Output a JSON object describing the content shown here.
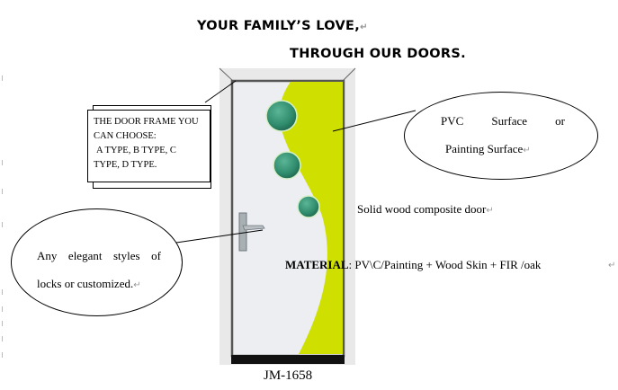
{
  "headline": {
    "line1": "YOUR FAMILY’S LOVE,",
    "line2": "THROUGH OUR DOORS."
  },
  "paragraph_mark": "↵",
  "callouts": {
    "door_frame": {
      "line1": "THE DOOR FRAME YOU",
      "line2": "CAN CHOOSE:",
      "line3": "A  TYPE,  B  TYPE,  C",
      "line4": "TYPE, D TYPE."
    },
    "surface": {
      "line1_words": [
        "PVC",
        "Surface",
        "or"
      ],
      "line2": "Painting Surface"
    },
    "locks": {
      "line1_words": [
        "Any",
        "elegant",
        "styles",
        "of"
      ],
      "line2": "locks or customized."
    }
  },
  "description": "Solid wood composite door",
  "material": {
    "label": "MATERIAL",
    "value": ": PV\\C/Painting + Wood Skin + FIR /oak"
  },
  "model_number": "JM-1658",
  "colors": {
    "door_panel": "#eceef2",
    "lime_stripe": "#cfe000",
    "circle_green": "#3b9a7a",
    "frame_gray": "#e8e8e8",
    "door_edge": "#555555",
    "kick_plate": "#111111"
  }
}
